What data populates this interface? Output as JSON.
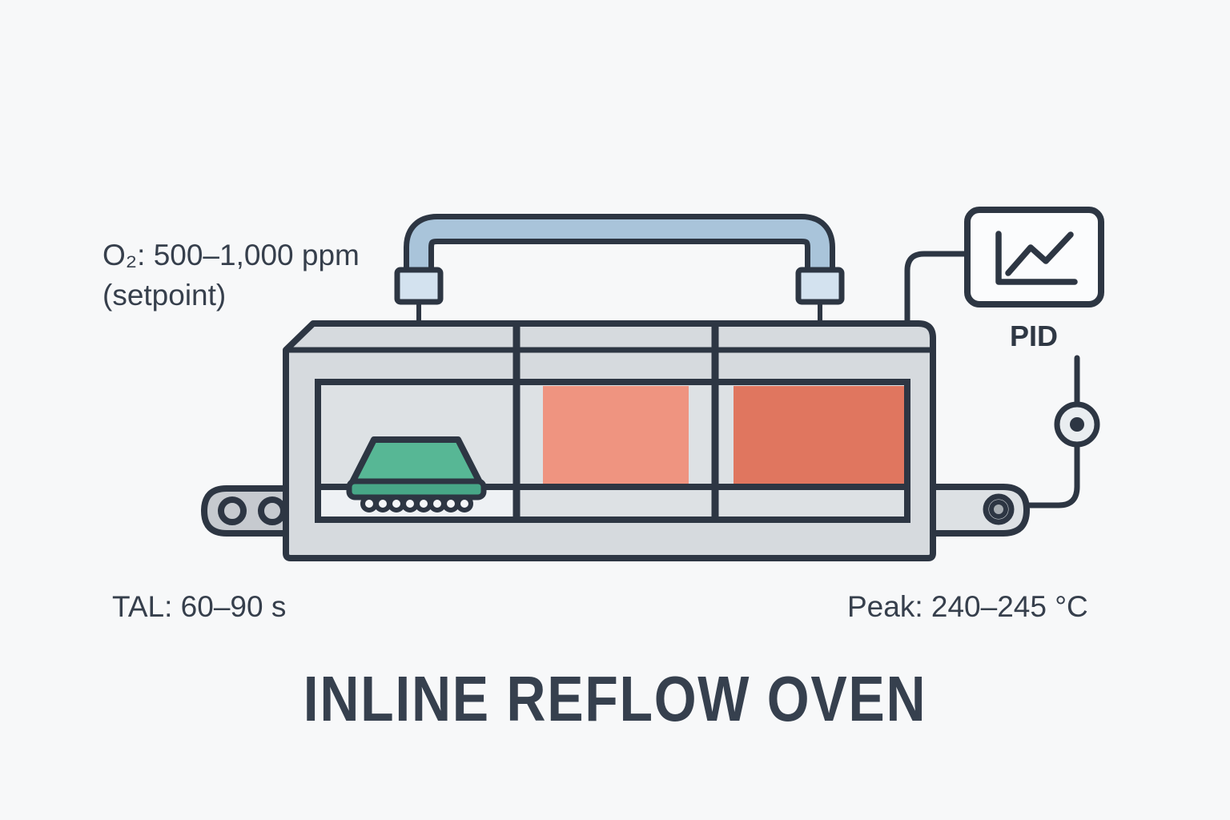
{
  "diagram": {
    "title": "INLINE REFLOW OVEN",
    "labels": {
      "o2_line1": "O₂: 500–1,000 ppm",
      "o2_line2": "(setpoint)",
      "pid": "PID",
      "tal": "TAL: 60–90 s",
      "peak": "Peak: 240–245 °C"
    },
    "oven": {
      "zone_count": 3,
      "heated_zones": 2
    },
    "icons": {
      "pid_display": "line-chart-icon",
      "sensor": "sensor-node-icon"
    },
    "colors": {
      "background": "#f7f8f9",
      "outline": "#2d3643",
      "oven_body": "#d6dade",
      "oven_window": "#dde1e4",
      "heater_zone_2": "#ef9480",
      "heater_zone_3": "#e0765f",
      "gas_pipe": "#a9c4da",
      "pipe_flange": "#d3e2ef",
      "pcb_green": "#57b795",
      "pcb_base_green": "#47a787",
      "belt_strip": "#eef1f4",
      "conveyor_gray": "#c6cacf",
      "sensor_fill": "#e9edf0",
      "pid_box_fill": "#fbfcfd",
      "text": "#363f4c"
    }
  }
}
